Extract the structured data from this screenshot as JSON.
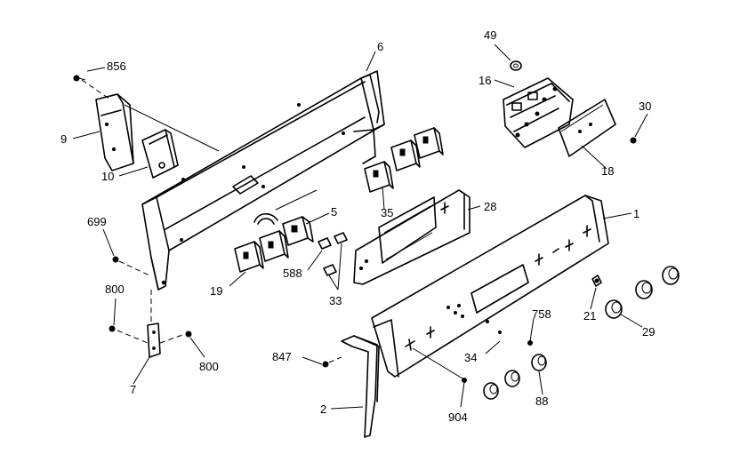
{
  "diagram": {
    "labels": {
      "p856": "856",
      "p9": "9",
      "p10": "10",
      "p6": "6",
      "p49": "49",
      "p16": "16",
      "p30": "30",
      "p18": "18",
      "p699": "699",
      "p5": "5",
      "p35": "35",
      "p28": "28",
      "p1": "1",
      "p588": "588",
      "p19": "19",
      "p33": "33",
      "p800a": "800",
      "p800b": "800",
      "p7": "7",
      "p21": "21",
      "p29": "29",
      "p758": "758",
      "p847": "847",
      "p34": "34",
      "p88": "88",
      "p2": "2",
      "p904": "904"
    }
  }
}
